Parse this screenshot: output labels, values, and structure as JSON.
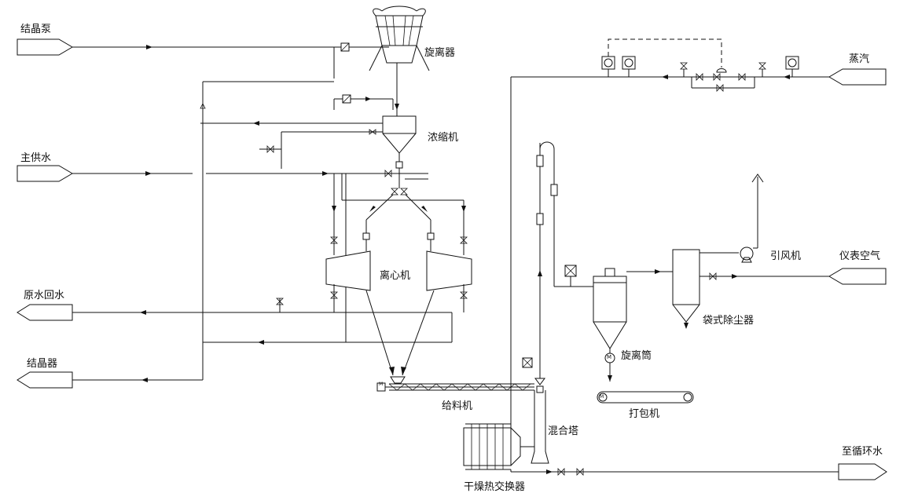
{
  "labels": {
    "crystal_pump": "结晶泵",
    "cyclone": "旋离器",
    "thickener": "浓缩机",
    "main_water": "主供水",
    "centrifuge": "离心机",
    "raw_water_return": "原水回水",
    "crystallizer": "结晶器",
    "feeder": "给料机",
    "mixing_tower": "混合塔",
    "dryer_exchanger": "干燥热交换器",
    "steam": "蒸汽",
    "induced_fan": "引风机",
    "instrument_air": "仪表空气",
    "bag_filter": "袋式除尘器",
    "cyclone_cylinder": "旋离筒",
    "packing_machine": "打包机",
    "to_circulating_water": "至循环水"
  },
  "motor_symbol": "M",
  "colors": {
    "line": "#111111",
    "background": "#ffffff"
  }
}
